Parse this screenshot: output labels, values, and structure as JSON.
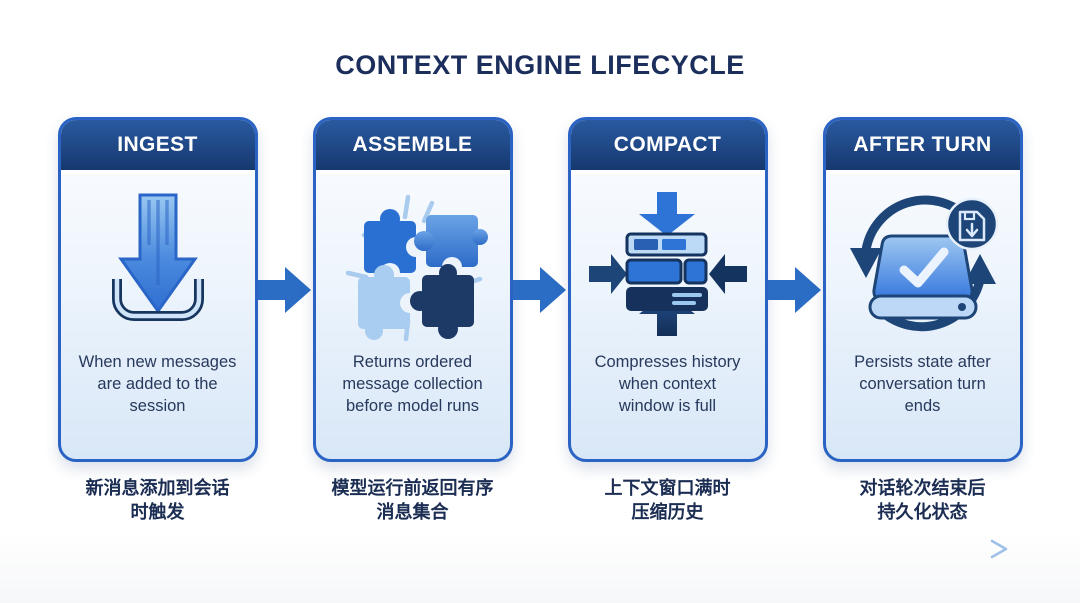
{
  "title": "CONTEXT ENGINE LIFECYCLE",
  "colors": {
    "accent_blue": "#2b6cc4",
    "header_navy": "#16386f",
    "card_border": "#2a63c4",
    "card_body_tint": "#d8e7f7",
    "text_navy": "#1b2e5c",
    "timeline_blue": "#9fc0e8"
  },
  "stages": [
    {
      "label": "INGEST",
      "icon": "download-tray-icon",
      "description": "When new messages\nare added to the\nsession",
      "caption_zh": "新消息添加到会话\n时触发"
    },
    {
      "label": "ASSEMBLE",
      "icon": "puzzle-pieces-icon",
      "description": "Returns ordered\nmessage collection\nbefore model runs",
      "caption_zh": "模型运行前返回有序\n消息集合"
    },
    {
      "label": "COMPACT",
      "icon": "compress-stack-icon",
      "description": "Compresses history\nwhen context\nwindow is full",
      "caption_zh": "上下文窗口满时\n压缩历史"
    },
    {
      "label": "AFTER TURN",
      "icon": "persist-storage-icon",
      "description": "Persists state after\nconversation turn\nends",
      "caption_zh": "对话轮次结束后\n持久化状态"
    }
  ],
  "flow": {
    "arrow_count": 3,
    "timeline_arrow": "left-to-right"
  }
}
